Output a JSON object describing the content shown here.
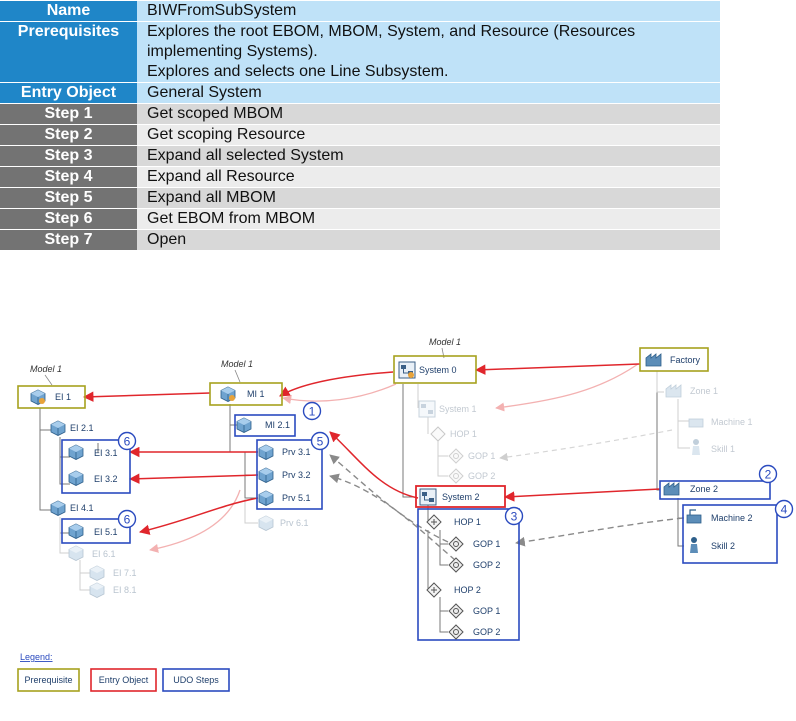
{
  "table": {
    "name_label": "Name",
    "name_value": "BIWFromSubSystem",
    "prereq_label": "Prerequisites",
    "prereq_line1": "Explores the root EBOM, MBOM, System, and Resource (Resources",
    "prereq_line2": "implementing Systems).",
    "prereq_line3": "Explores and selects one Line Subsystem.",
    "entry_label": "Entry Object",
    "entry_value": "General System",
    "steps": [
      {
        "label": "Step 1",
        "value": "Get scoped MBOM"
      },
      {
        "label": "Step 2",
        "value": "Get scoping Resource"
      },
      {
        "label": "Step 3",
        "value": "Expand all selected System"
      },
      {
        "label": "Step 4",
        "value": "Expand all Resource"
      },
      {
        "label": "Step 5",
        "value": "Expand all MBOM"
      },
      {
        "label": "Step 6",
        "value": "Get EBOM from MBOM"
      },
      {
        "label": "Step 7",
        "value": "Open"
      }
    ]
  },
  "colors": {
    "prerequisite": "#a7a21e",
    "entry": "#e0262c",
    "udo": "#2b4bbf",
    "faded": "#b8b8b8",
    "faded_red": "#f3b1b1",
    "icon_blue": "#3f7fb0"
  },
  "diagram": {
    "model_labels": [
      "Model 1",
      "Model 1",
      "Model 1"
    ],
    "ebom": {
      "root": "EI 1",
      "ei21": "EI 2.1",
      "ei31": "EI 3.1",
      "ei32": "EI 3.2",
      "ei41": "EI 4.1",
      "ei51": "EI 5.1",
      "ei61": "EI 6.1",
      "ei71": "EI 7.1",
      "ei81": "EI 8.1"
    },
    "mbom": {
      "root": "MI 1",
      "mi21": "MI 2.1",
      "prv31": "Prv 3.1",
      "prv32": "Prv 3.2",
      "prv51": "Prv 5.1",
      "prv61": "Prv 6.1"
    },
    "system": {
      "root": "System 0",
      "sys1": "System 1",
      "hop1_faded": "HOP 1",
      "gop1_faded": "GOP 1",
      "gop2_faded": "GOP 2",
      "sys2": "System 2",
      "hop1": "HOP 1",
      "gop1a": "GOP 1",
      "gop2a": "GOP 2",
      "hop2": "HOP 2",
      "gop1b": "GOP 1",
      "gop2b": "GOP 2"
    },
    "resource": {
      "root": "Factory",
      "zone1": "Zone 1",
      "machine1": "Machine 1",
      "skill1": "Skill 1",
      "zone2": "Zone 2",
      "machine2": "Machine 2",
      "skill2": "Skill 2"
    },
    "step_badges": [
      "1",
      "2",
      "3",
      "4",
      "5",
      "6",
      "6"
    ]
  },
  "legend": {
    "title": "Legend:",
    "prerequisite": "Prerequisite",
    "entry": "Entry Object",
    "udo": "UDO Steps"
  }
}
